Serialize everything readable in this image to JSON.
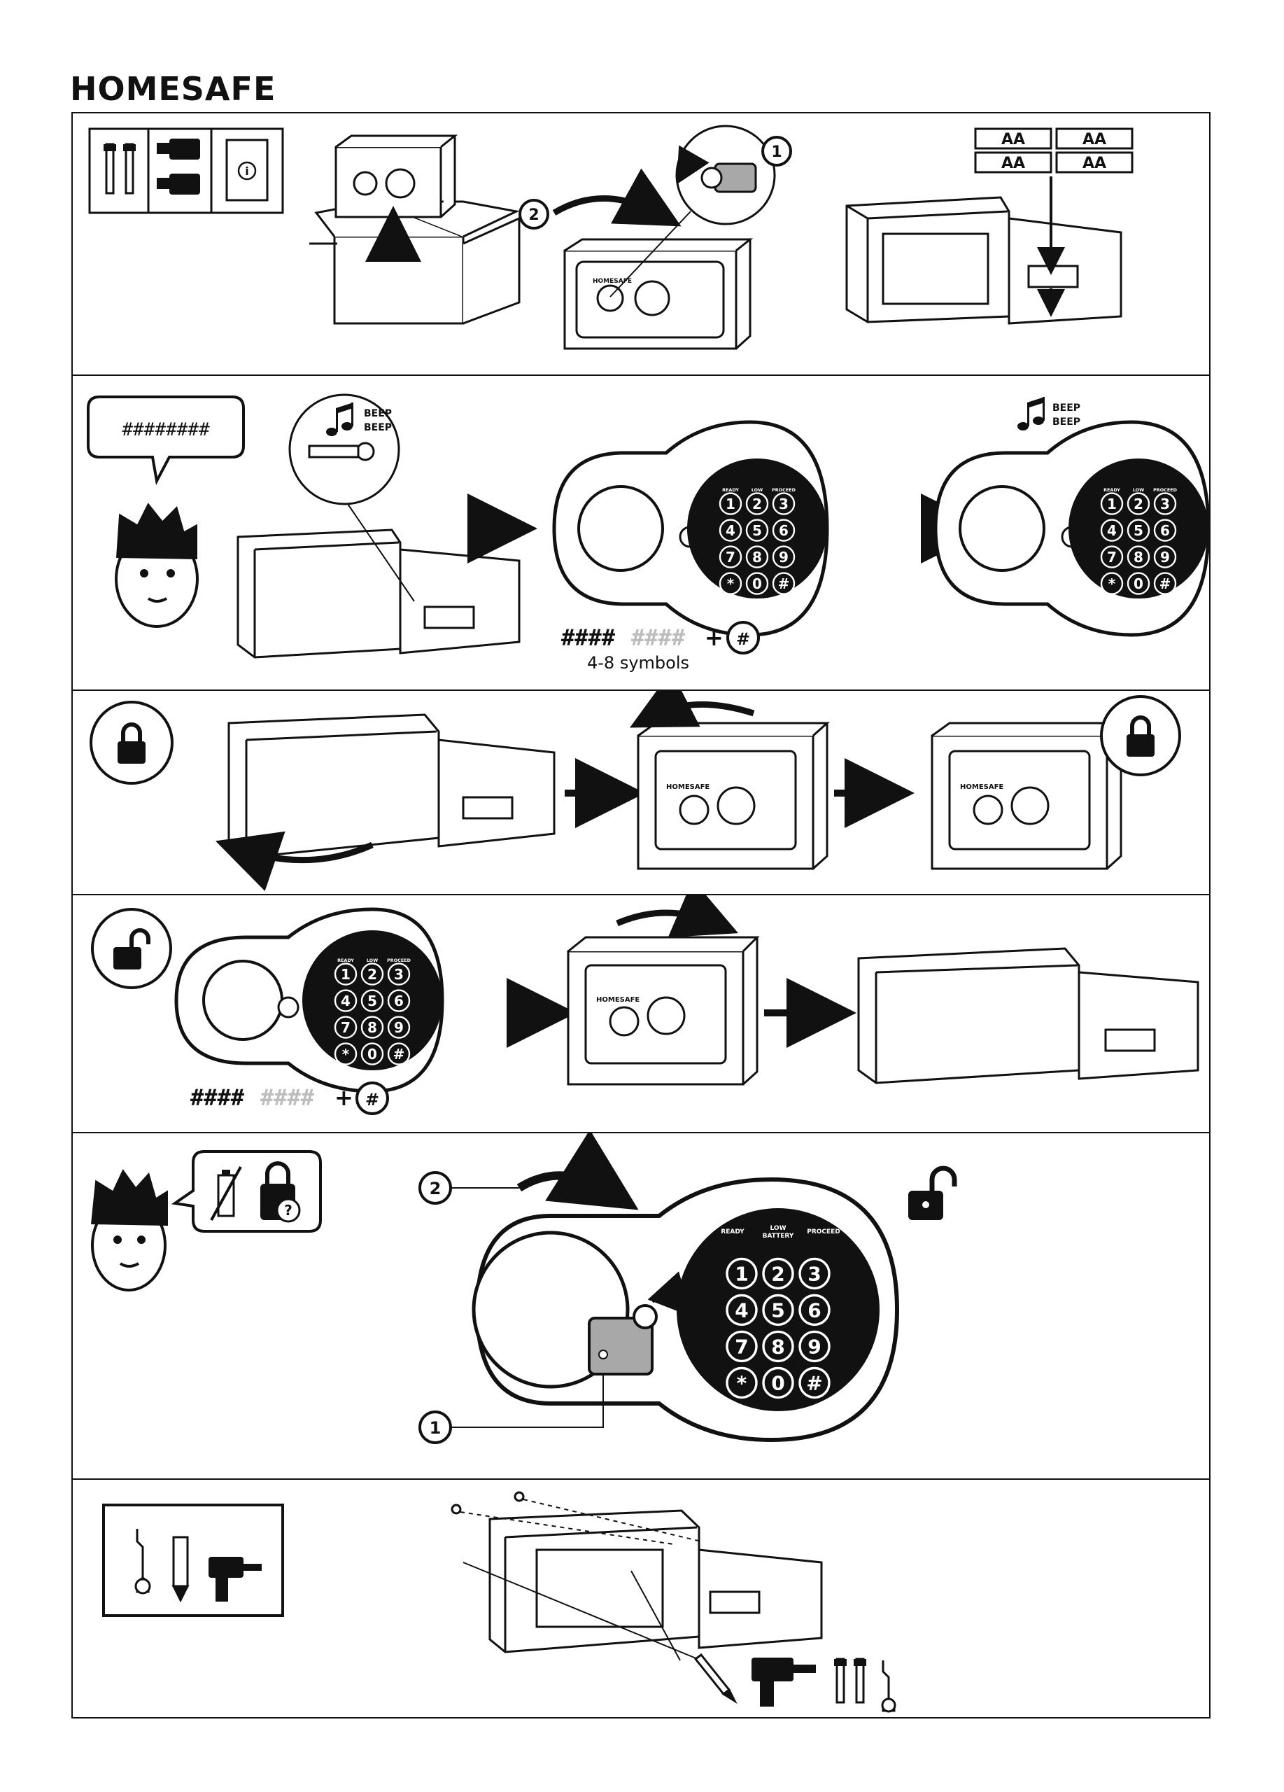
{
  "title": "HOMESAFE",
  "brand": "HOMESAFE",
  "battery_labels": [
    "AA",
    "AA",
    "AA",
    "AA"
  ],
  "beep_line1": "BEEP",
  "beep_line2": "BEEP",
  "speech_code": "########",
  "code_entry": {
    "dark": "####",
    "light": "####",
    "plus": "+",
    "confirm_key": "#"
  },
  "code_hint": "4-8 symbols",
  "indicator_labels": {
    "ready": "READY",
    "low1": "LOW",
    "low2": "BATTERY",
    "proceed": "PROCEED"
  },
  "keys": [
    "1",
    "2",
    "3",
    "4",
    "5",
    "6",
    "7",
    "8",
    "9",
    "*",
    "0",
    "#"
  ],
  "callouts": {
    "one": "1",
    "two": "2"
  },
  "colors": {
    "ink": "#111111",
    "paper": "#ffffff",
    "key_gray": "#a8a8a8",
    "hash_light": "#bdbdbd"
  }
}
